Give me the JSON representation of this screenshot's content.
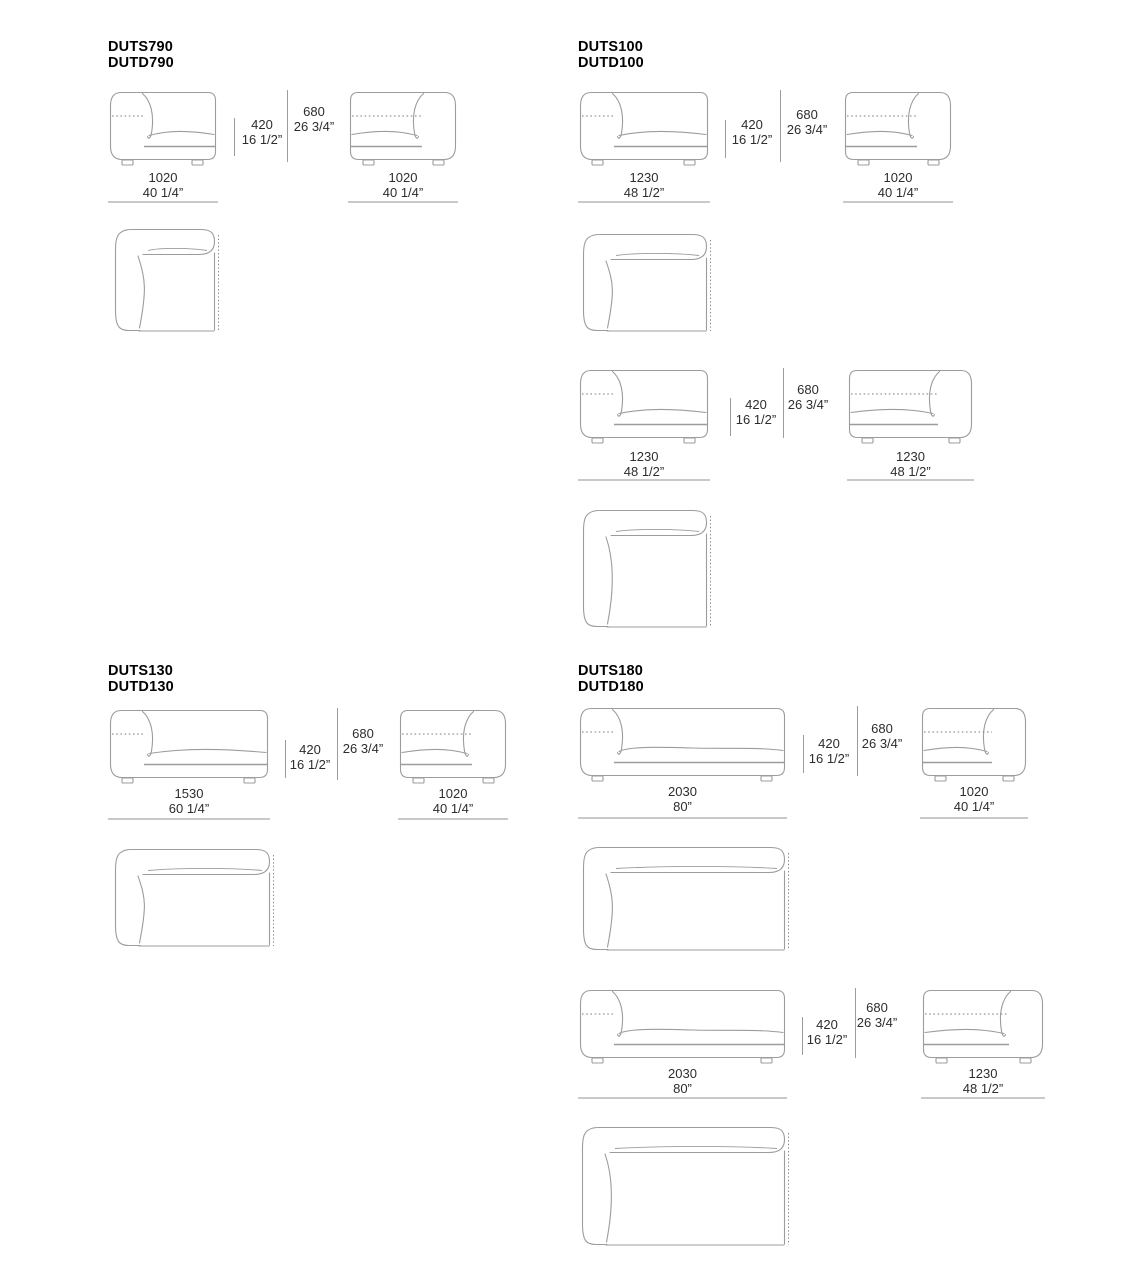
{
  "colors": {
    "background": "#ffffff",
    "line": "#9c9c9c",
    "dotted": "#7d7d7d",
    "text": "#2d2d2d",
    "title": "#000000",
    "underline": "#c9c9c9"
  },
  "sections": [
    {
      "code_top": "DUTS790",
      "code_bottom": "DUTD790",
      "rows": [
        {
          "left_width_mm": "1020",
          "left_width_in": "40 1/4”",
          "right_width_mm": "1020",
          "right_width_in": "40 1/4”",
          "seat_height_mm": "420",
          "seat_height_in": "16 1/2”",
          "total_height_mm": "680",
          "total_height_in": "26 3/4”"
        }
      ]
    },
    {
      "code_top": "DUTS100",
      "code_bottom": "DUTD100",
      "rows": [
        {
          "left_width_mm": "1230",
          "left_width_in": "48 1/2”",
          "right_width_mm": "1020",
          "right_width_in": "40 1/4”",
          "seat_height_mm": "420",
          "seat_height_in": "16 1/2”",
          "total_height_mm": "680",
          "total_height_in": "26 3/4”"
        },
        {
          "left_width_mm": "1230",
          "left_width_in": "48 1/2”",
          "right_width_mm": "1230",
          "right_width_in": "48 1/2”",
          "seat_height_mm": "420",
          "seat_height_in": "16 1/2”",
          "total_height_mm": "680",
          "total_height_in": "26 3/4”"
        }
      ]
    },
    {
      "code_top": "DUTS130",
      "code_bottom": "DUTD130",
      "rows": [
        {
          "left_width_mm": "1530",
          "left_width_in": "60 1/4”",
          "right_width_mm": "1020",
          "right_width_in": "40 1/4”",
          "seat_height_mm": "420",
          "seat_height_in": "16 1/2”",
          "total_height_mm": "680",
          "total_height_in": "26 3/4”"
        }
      ]
    },
    {
      "code_top": "DUTS180",
      "code_bottom": "DUTD180",
      "rows": [
        {
          "left_width_mm": "2030",
          "left_width_in": "80”",
          "right_width_mm": "1020",
          "right_width_in": "40 1/4”",
          "seat_height_mm": "420",
          "seat_height_in": "16 1/2”",
          "total_height_mm": "680",
          "total_height_in": "26 3/4”"
        },
        {
          "left_width_mm": "2030",
          "left_width_in": "80”",
          "right_width_mm": "1230",
          "right_width_in": "48 1/2”",
          "seat_height_mm": "420",
          "seat_height_in": "16 1/2”",
          "total_height_mm": "680",
          "total_height_in": "26 3/4”"
        }
      ]
    }
  ]
}
